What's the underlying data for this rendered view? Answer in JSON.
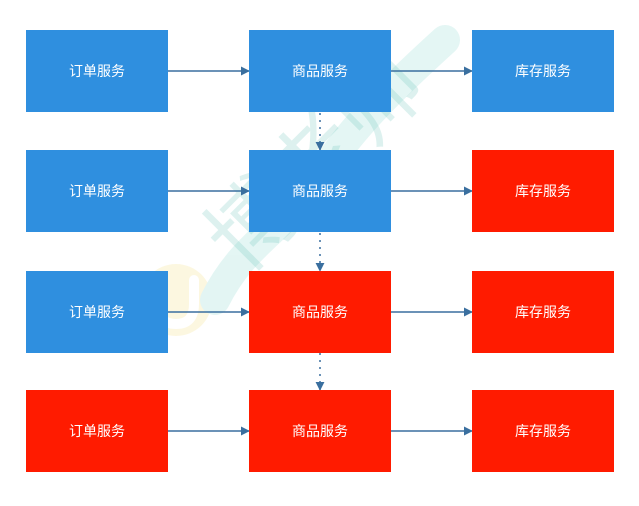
{
  "colors": {
    "healthy_service": "#2f8fdf",
    "failed_service": "#ff1b00",
    "arrow": "#3a6f9f"
  },
  "diagram": {
    "rows": [
      {
        "services": [
          {
            "label": "订单服务",
            "status": "healthy"
          },
          {
            "label": "商品服务",
            "status": "healthy"
          },
          {
            "label": "库存服务",
            "status": "healthy"
          }
        ]
      },
      {
        "services": [
          {
            "label": "订单服务",
            "status": "healthy"
          },
          {
            "label": "商品服务",
            "status": "healthy"
          },
          {
            "label": "库存服务",
            "status": "failed"
          }
        ]
      },
      {
        "services": [
          {
            "label": "订单服务",
            "status": "healthy"
          },
          {
            "label": "商品服务",
            "status": "failed"
          },
          {
            "label": "库存服务",
            "status": "failed"
          }
        ]
      },
      {
        "services": [
          {
            "label": "订单服务",
            "status": "failed"
          },
          {
            "label": "商品服务",
            "status": "failed"
          },
          {
            "label": "库存服务",
            "status": "failed"
          }
        ]
      }
    ]
  },
  "watermark": {
    "text": "博老师",
    "logo": "U-logo"
  }
}
